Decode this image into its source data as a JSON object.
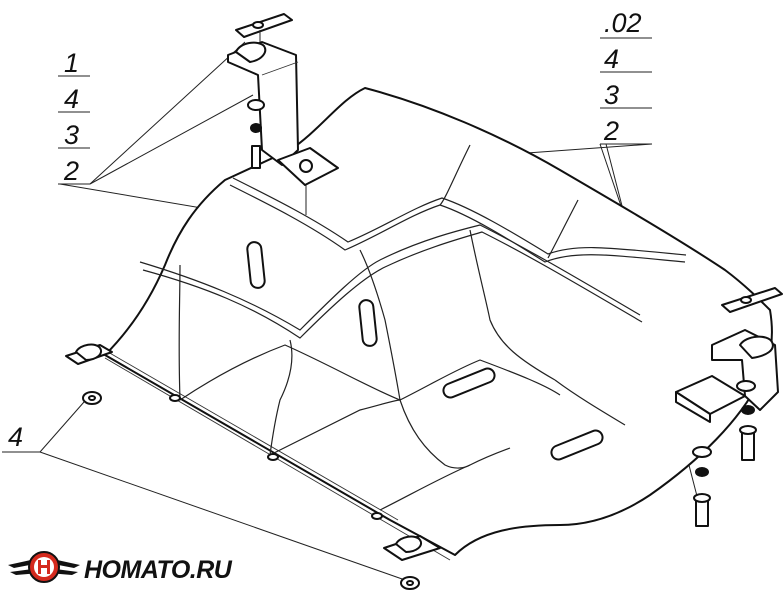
{
  "callouts_left": [
    "1",
    "4",
    "3",
    "2"
  ],
  "callouts_right": [
    ".02",
    "4",
    "3",
    "2"
  ],
  "callout_bottom": "4",
  "brand": {
    "name": "HOMATO.RU",
    "logo_icon": "homato-winged-logo-icon",
    "colors": {
      "primary": "#d42a1e",
      "ink": "#111111"
    }
  }
}
